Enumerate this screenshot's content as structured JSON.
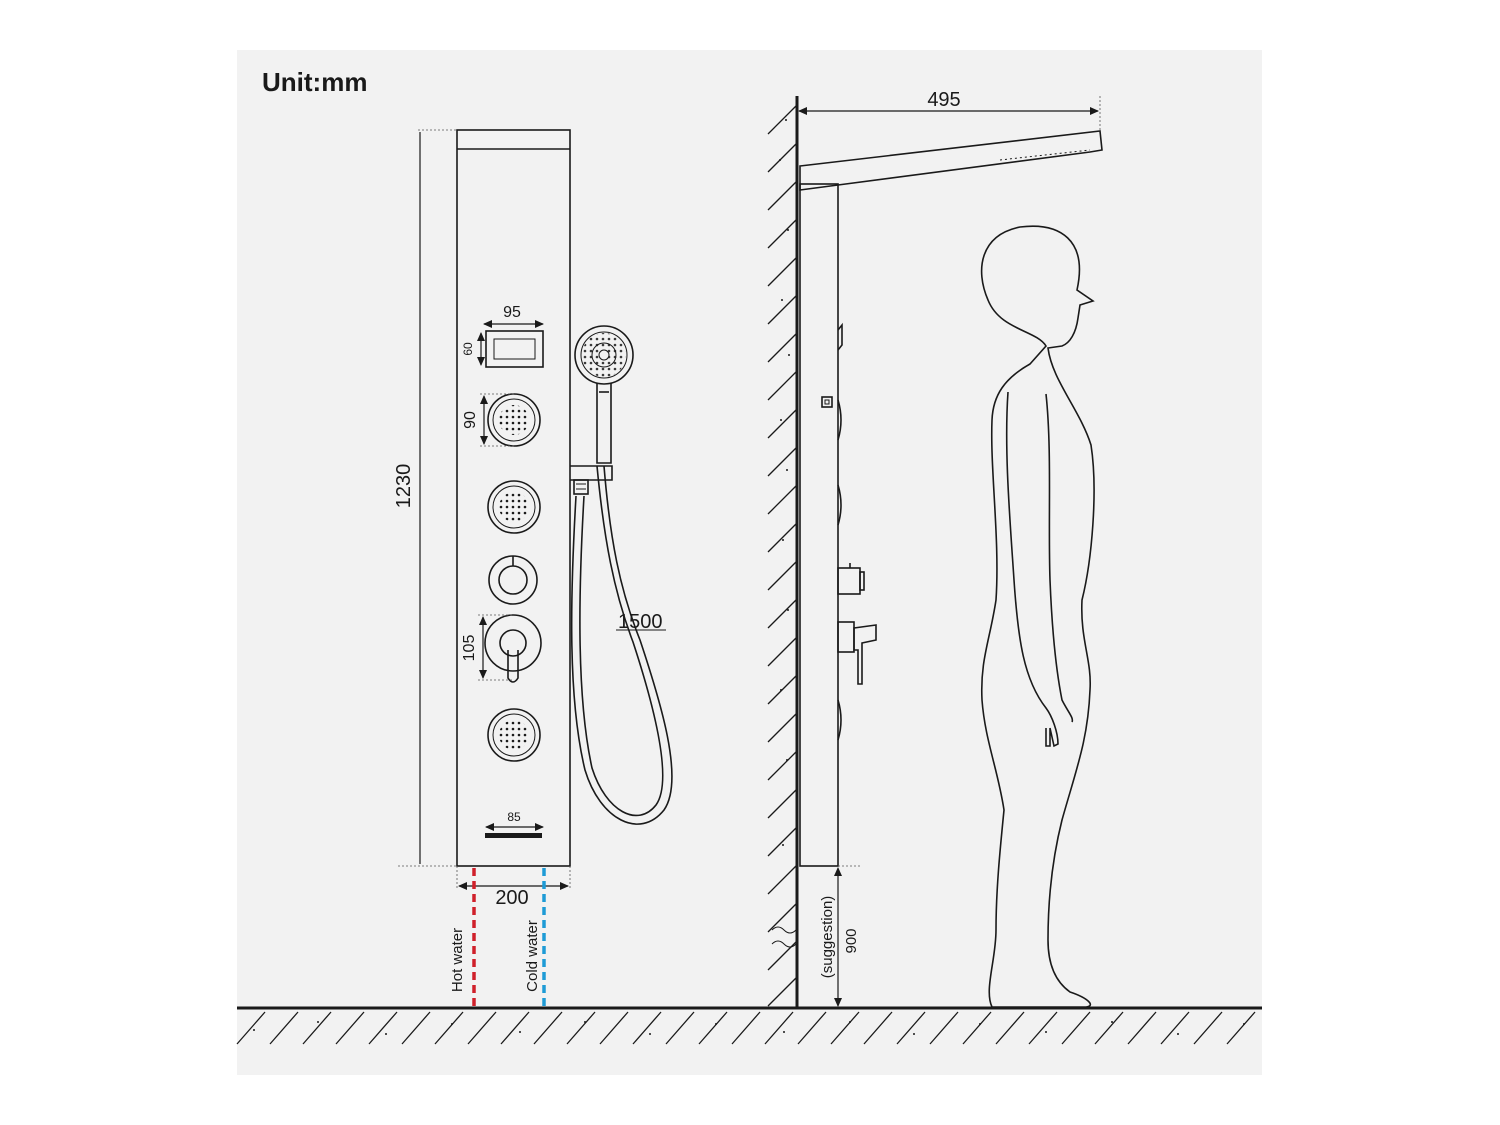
{
  "unit_label": "Unit:mm",
  "colors": {
    "background_panel": "#f2f2f2",
    "line": "#1a1a1a",
    "hot_water": "#d0202a",
    "cold_water": "#1e9bd6"
  },
  "front_view": {
    "height_label": "1230",
    "display_width_label": "95",
    "display_height_label": "60",
    "jet_height_label": "90",
    "handle_height_label": "105",
    "spout_width_label": "85",
    "inlet_spacing_label": "200",
    "hose_length_label": "1500",
    "hot_water_label": "Hot water",
    "cold_water_label": "Cold water"
  },
  "side_view": {
    "top_projection_label": "495",
    "mount_height_value": "900",
    "mount_height_note": "(suggestion)"
  }
}
